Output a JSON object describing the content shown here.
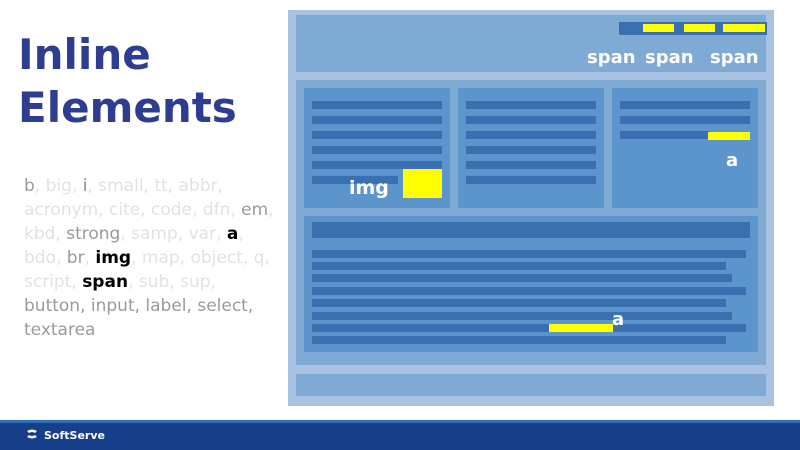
{
  "title": {
    "line1": "Inline",
    "line2": "Elements"
  },
  "element_list": {
    "tokens": [
      {
        "text": "b",
        "style": "gray"
      },
      {
        "text": ", big, ",
        "style": "faint"
      },
      {
        "text": "i",
        "style": "hl-gray"
      },
      {
        "text": ", small, tt, abbr, acronym, cite, code, dfn, ",
        "style": "faint"
      },
      {
        "text": "em",
        "style": "gray"
      },
      {
        "text": ", kbd, ",
        "style": "faint"
      },
      {
        "text": "strong",
        "style": "gray"
      },
      {
        "text": ", samp, var, ",
        "style": "faint"
      },
      {
        "text": "a",
        "style": "hl"
      },
      {
        "text": ", bdo, ",
        "style": "faint"
      },
      {
        "text": "br",
        "style": "gray"
      },
      {
        "text": ", ",
        "style": "faint"
      },
      {
        "text": "img",
        "style": "hl"
      },
      {
        "text": ", map, object, q, script, ",
        "style": "faint"
      },
      {
        "text": "span",
        "style": "hl"
      },
      {
        "text": ", sub, sup,",
        "style": "faint"
      }
    ],
    "last_lines": "button, input, label, select, textarea"
  },
  "diagram": {
    "labels": {
      "span1": "span",
      "span2": "span",
      "span3": "span",
      "a_top": "a",
      "img": "img",
      "a_main": "a"
    },
    "colors": {
      "outer": "#a8c3e2",
      "region": "#7faad4",
      "column": "#5b95cb",
      "line": "#3a6fb0",
      "highlight": "#ffff00"
    }
  },
  "footer": {
    "logo_text": "SoftServe",
    "bar_color": "#173e88"
  }
}
